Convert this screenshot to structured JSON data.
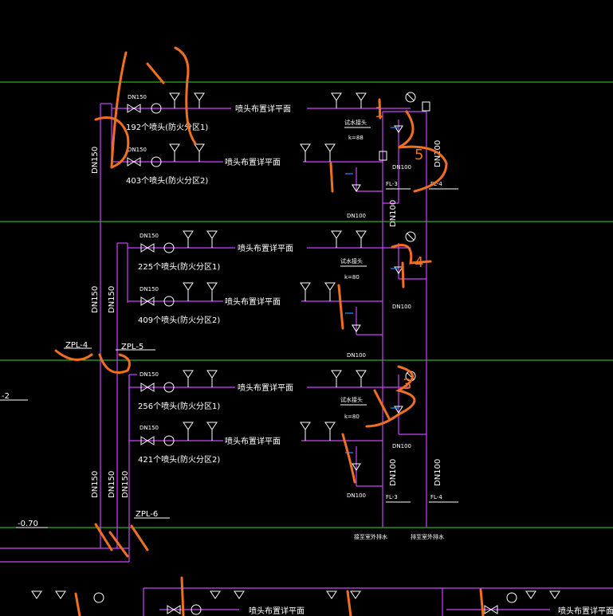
{
  "colors": {
    "background": "#000000",
    "pipe": "#cc44ff",
    "floor_line": "#33dd33",
    "text": "#ffffff",
    "annotation": "#f07020",
    "level_mark": "#2a8cff"
  },
  "labels": {
    "dn150": "DN150",
    "dn100": "DN100",
    "sprinkler_plan": "喷头布置详平面",
    "test_joint": "试水接头",
    "k80": "k=80",
    "k88": "k=88",
    "fl3": "FL-3",
    "fl4": "FL-4",
    "zpl4": "ZPL-4",
    "zpl5": "ZPL-5",
    "zpl6": "ZPL-6",
    "zpl2": "-2",
    "elev": "-0.70",
    "drain_basement": "接至室外排水",
    "drain_outdoor": "排至室外排水"
  },
  "zones": {
    "f1_z1": "192个喷头(防火分区1)",
    "f1_z2": "403个喷头(防火分区2)",
    "f2_z1": "225个喷头(防火分区1)",
    "f2_z2": "409个喷头(防火分区2)",
    "f3_z1": "256个喷头(防火分区1)",
    "f3_z2": "421个喷头(防火分区2)"
  },
  "handwriting": {
    "floor_marks": [
      "1",
      "5",
      "4",
      "3"
    ]
  }
}
